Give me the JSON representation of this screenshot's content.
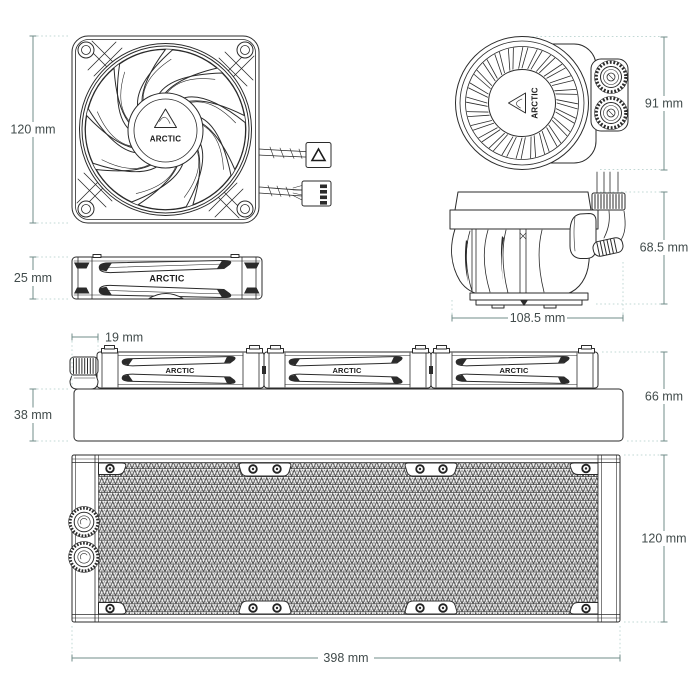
{
  "brand": {
    "name": "ARCTIC"
  },
  "drawing": {
    "type": "technical-dimension-diagram",
    "product": "AIO liquid CPU cooler",
    "views": {
      "fan_front": {
        "dim_height": "120 mm",
        "hub_logo": "ARCTIC"
      },
      "fan_side": {
        "dim_depth": "25 mm",
        "label": "ARCTIC"
      },
      "pump_top": {
        "dim_diameter": "91 mm",
        "label": "ARCTIC"
      },
      "pump_side": {
        "dim_height": "68.5 mm",
        "dim_width": "108.5 mm"
      },
      "radiator_assembly": {
        "dim_fitting_offset": "19 mm",
        "dim_total_height": "66 mm",
        "dim_core_thickness": "38 mm",
        "fan_labels": [
          "ARCTIC",
          "ARCTIC",
          "ARCTIC"
        ]
      },
      "radiator_front": {
        "dim_height": "120 mm",
        "dim_length": "398 mm"
      }
    }
  },
  "colors": {
    "line": "#2b2b2b",
    "dimension_line": "#708c8a",
    "extension_line": "#c2d8d5",
    "dimension_text": "#414b4b",
    "background": "#ffffff"
  }
}
